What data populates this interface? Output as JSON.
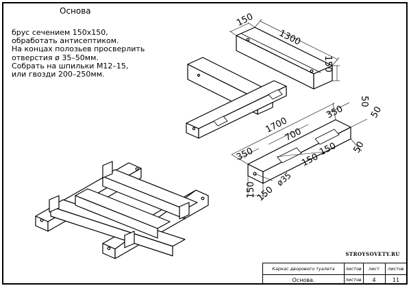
{
  "drawing": {
    "title": "Основа",
    "notes": [
      "брус сечением 150х150,",
      "обработать антисептиком.",
      "На концах полозьев просверлить",
      "отверстия ø 35–50мм.",
      "Собрать на шпильки М12–15,",
      "или гвозди 200–250мм."
    ],
    "dimensions": {
      "top_w": "150",
      "top_len": "1300",
      "top_h": "150",
      "runner_len": "1700",
      "runner_mid": "700",
      "runner_end_r": "350",
      "runner_end_l": "350",
      "notch_a": "150",
      "notch_b": "150",
      "d50_top": "50",
      "d50_side": "50",
      "d50_low": "50",
      "end_h": "150",
      "end_w": "150",
      "hole": "ø35"
    }
  },
  "site": "STROYSOVETY.RU",
  "stamp": {
    "name": "Каркас дворового туалета",
    "sheets_label": "листов",
    "sheet_label": "лист",
    "sheets_label2": "листов",
    "part": "Основа.",
    "part_label": "листов",
    "sheet_no": "4",
    "sheets_total": "11"
  }
}
